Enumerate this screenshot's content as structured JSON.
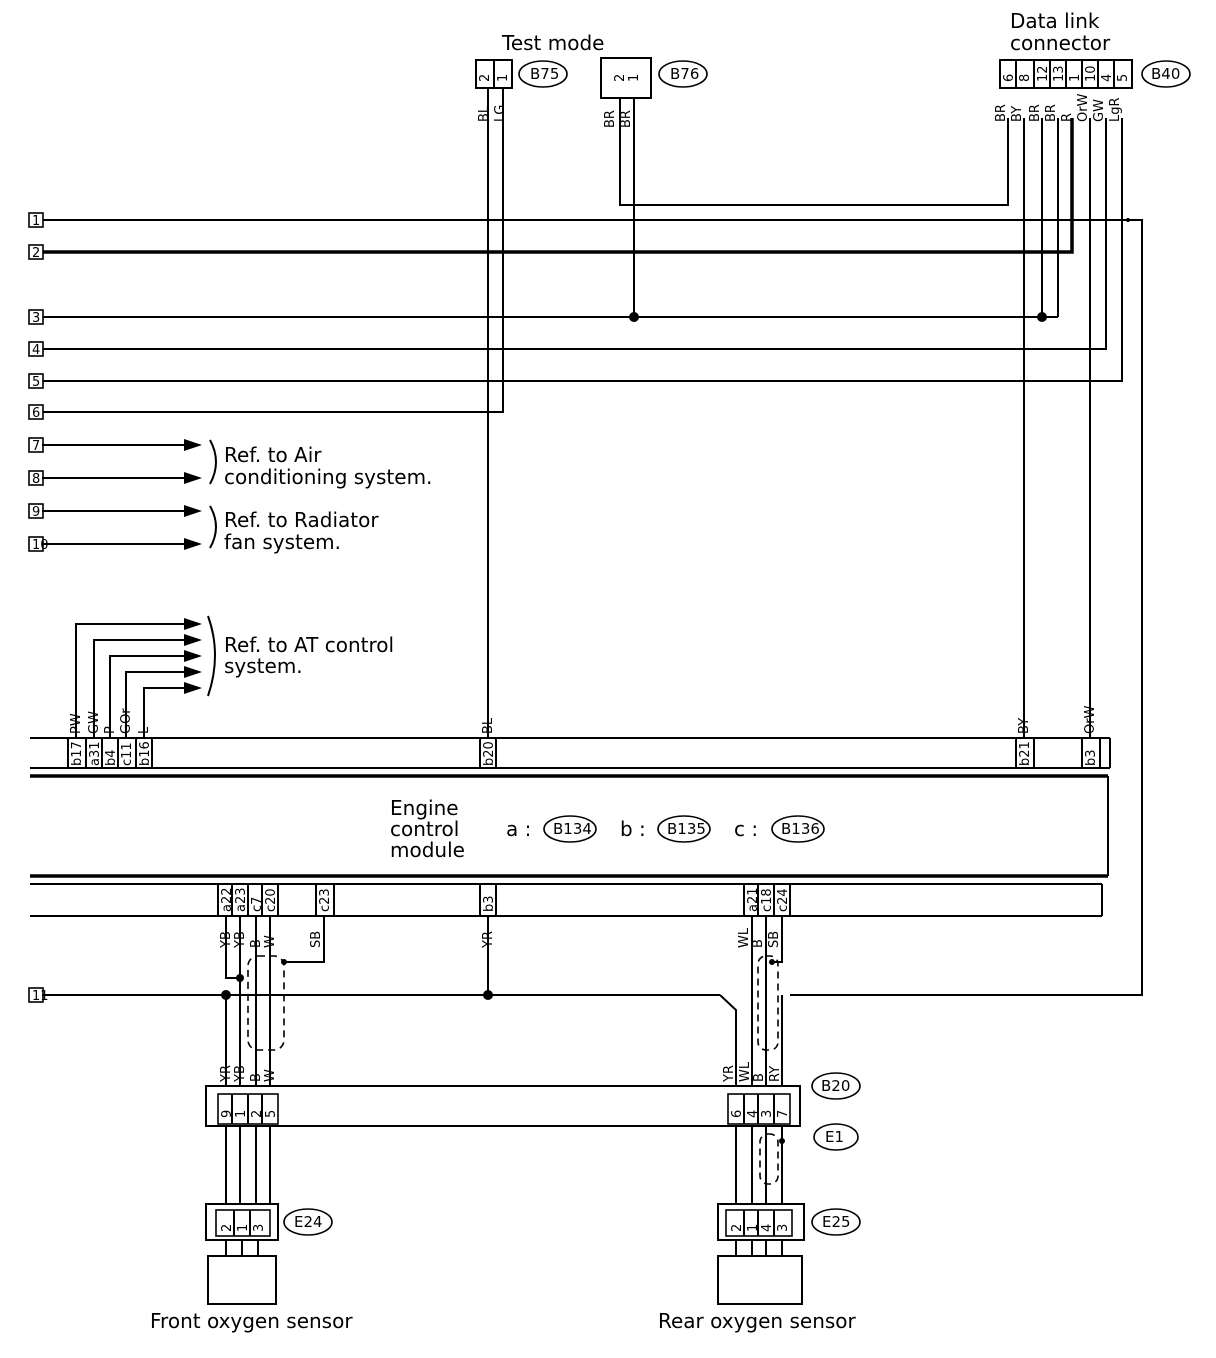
{
  "titles": {
    "test_mode": "Test mode",
    "data_link_1": "Data link",
    "data_link_2": "connector",
    "ecm_1": "Engine",
    "ecm_2": "control",
    "ecm_3": "module",
    "front_sensor": "Front oxygen sensor",
    "rear_sensor": "Rear oxygen sensor"
  },
  "refs": {
    "air_1": "Ref. to Air",
    "air_2": "conditioning system.",
    "rad_1": "Ref. to Radiator",
    "rad_2": "fan system.",
    "at_1": "Ref. to AT control",
    "at_2": "system."
  },
  "connectors": {
    "B75": "B75",
    "B76": "B76",
    "B40": "B40",
    "B134": "B134",
    "B135": "B135",
    "B136": "B136",
    "B20": "B20",
    "E1": "E1",
    "E24": "E24",
    "E25": "E25"
  },
  "ecm_legend": {
    "a": "a :",
    "b": "b :",
    "c": "c :"
  },
  "pins": {
    "b75": [
      "2",
      "1"
    ],
    "b76": [
      "2",
      "1"
    ],
    "b40": [
      "6",
      "8",
      "12",
      "13",
      "1",
      "10",
      "4",
      "5"
    ],
    "ecm_top_left": [
      "b17",
      "a31",
      "b4",
      "c11",
      "b16"
    ],
    "ecm_top_b20": "b20",
    "ecm_top_b21": "b21",
    "ecm_top_b3": "b3",
    "ecm_bot_left": [
      "a22",
      "a23",
      "c7",
      "c20"
    ],
    "ecm_bot_c23": "c23",
    "ecm_bot_b3": "b3",
    "ecm_bot_right": [
      "a21",
      "c18",
      "c24"
    ],
    "e1_left": [
      "9",
      "1",
      "2",
      "5"
    ],
    "e1_right": [
      "6",
      "4",
      "3",
      "7"
    ],
    "e24": [
      "2",
      "1",
      "3"
    ],
    "e25": [
      "2",
      "1",
      "4",
      "3"
    ]
  },
  "wire_colors": {
    "b75": [
      "BL",
      "LG"
    ],
    "b76": [
      "BR",
      "BR"
    ],
    "b40": [
      "BR",
      "BY",
      "BR",
      "BR",
      "R",
      "OrW",
      "GW",
      "LgR"
    ],
    "ecm_top_left": [
      "PW",
      "GW",
      "P",
      "GOr",
      "L"
    ],
    "ecm_top_b20": "BL",
    "ecm_top_b21": "BY",
    "ecm_top_b3": "OrW",
    "ecm_bot_left": [
      "YB",
      "YB",
      "B",
      "W"
    ],
    "ecm_bot_sb1": "SB",
    "ecm_bot_yr": "YR",
    "ecm_bot_right": [
      "WL",
      "B",
      "SB"
    ],
    "e1_left": [
      "YR",
      "YB",
      "B",
      "W"
    ],
    "e1_right": [
      "YR",
      "WL",
      "B",
      "RY"
    ]
  },
  "terminals": [
    "1",
    "2",
    "3",
    "4",
    "5",
    "6",
    "7",
    "8",
    "9",
    "10",
    "11"
  ]
}
